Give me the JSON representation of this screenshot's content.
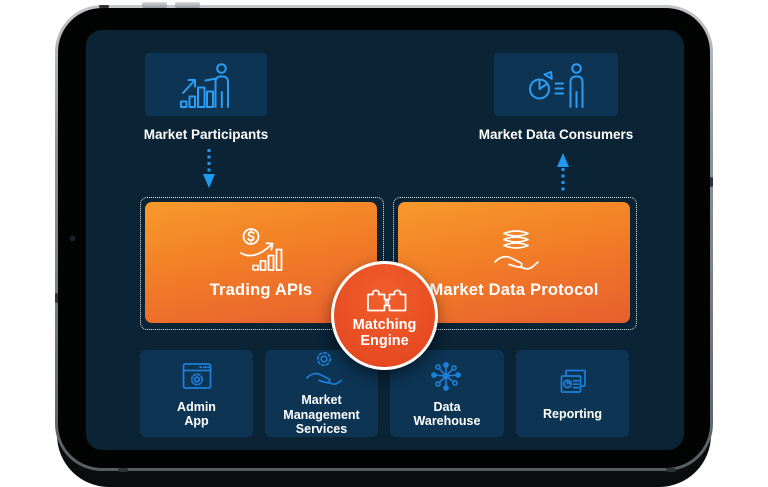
{
  "device": {
    "kind": "tablet-mockup"
  },
  "colors": {
    "screen_panel": "#0a2335",
    "tile_navy": "#0d3453",
    "actor_icon_blue": "#2b9df4",
    "service_icon_blue": "#1d7fd8",
    "arrow_blue": "#1e9bf0",
    "gateway_gradient_top": "#f8992a",
    "gateway_gradient_bottom": "#e75e2f",
    "engine_orange": "#e74c22",
    "text": "#ffffff"
  },
  "diagram": {
    "actors": [
      {
        "label": "Market Participants",
        "icon": "person-with-chart-icon",
        "arrow_direction": "down"
      },
      {
        "label": "Market Data Consumers",
        "icon": "person-with-pie-chart-icon",
        "arrow_direction": "up"
      }
    ],
    "gateways": [
      {
        "label": "Trading APIs",
        "icon": "dollar-growth-chart-icon"
      },
      {
        "label": "Market Data Protocol",
        "icon": "layers-on-hand-icon"
      }
    ],
    "core": {
      "label": "Matching\nEngine",
      "icon": "puzzle-pieces-icon"
    },
    "services": [
      {
        "label": "Admin\nApp",
        "icon": "app-window-gear-icon"
      },
      {
        "label": "Market\nManagement\nServices",
        "icon": "gear-on-hand-icon"
      },
      {
        "label": "Data\nWarehouse",
        "icon": "network-hub-icon"
      },
      {
        "label": "Reporting",
        "icon": "report-documents-icon"
      }
    ]
  }
}
